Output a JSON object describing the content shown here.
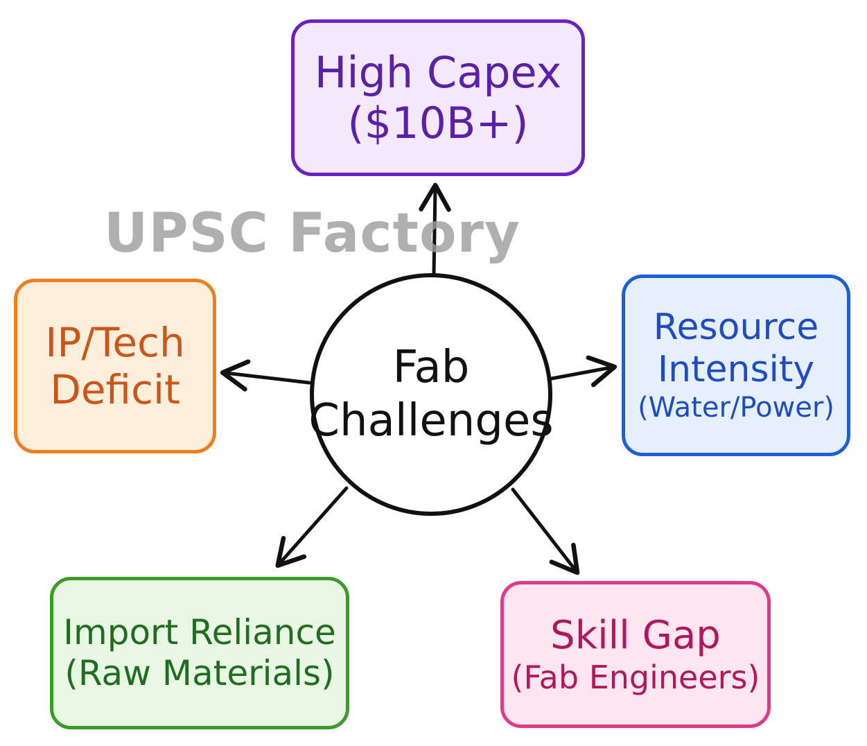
{
  "center": {
    "lines": [
      "Fab",
      "Challenges"
    ],
    "border_color": "#111111"
  },
  "nodes": {
    "capex": {
      "lines": [
        "High Capex",
        "($10B+)"
      ],
      "text_color": "#5b1fa8",
      "border_color": "#6a22c4",
      "fill_color": "#f3e9fb"
    },
    "ip_tech": {
      "lines": [
        "IP/Tech",
        "Deficit"
      ],
      "text_color": "#c9561a",
      "border_color": "#ee7f1f",
      "fill_color": "#fdefdc"
    },
    "resource": {
      "lines": [
        "Resource",
        "Intensity",
        "(Water/Power)"
      ],
      "text_color": "#1f4cc0",
      "border_color": "#1f5fd6",
      "fill_color": "#e6f0fd"
    },
    "import": {
      "lines": [
        "Import Reliance",
        "(Raw Materials)"
      ],
      "text_color": "#1f6d1f",
      "border_color": "#3a9a2a",
      "fill_color": "#e9f6e3"
    },
    "skill": {
      "lines": [
        "Skill Gap",
        "(Fab Engineers)"
      ],
      "text_color": "#b0185c",
      "border_color": "#e23a86",
      "fill_color": "#fde6f0"
    }
  },
  "arrow_color": "#111111",
  "watermark": {
    "text": "UPSC Factory",
    "color": "#9e9e9e"
  }
}
